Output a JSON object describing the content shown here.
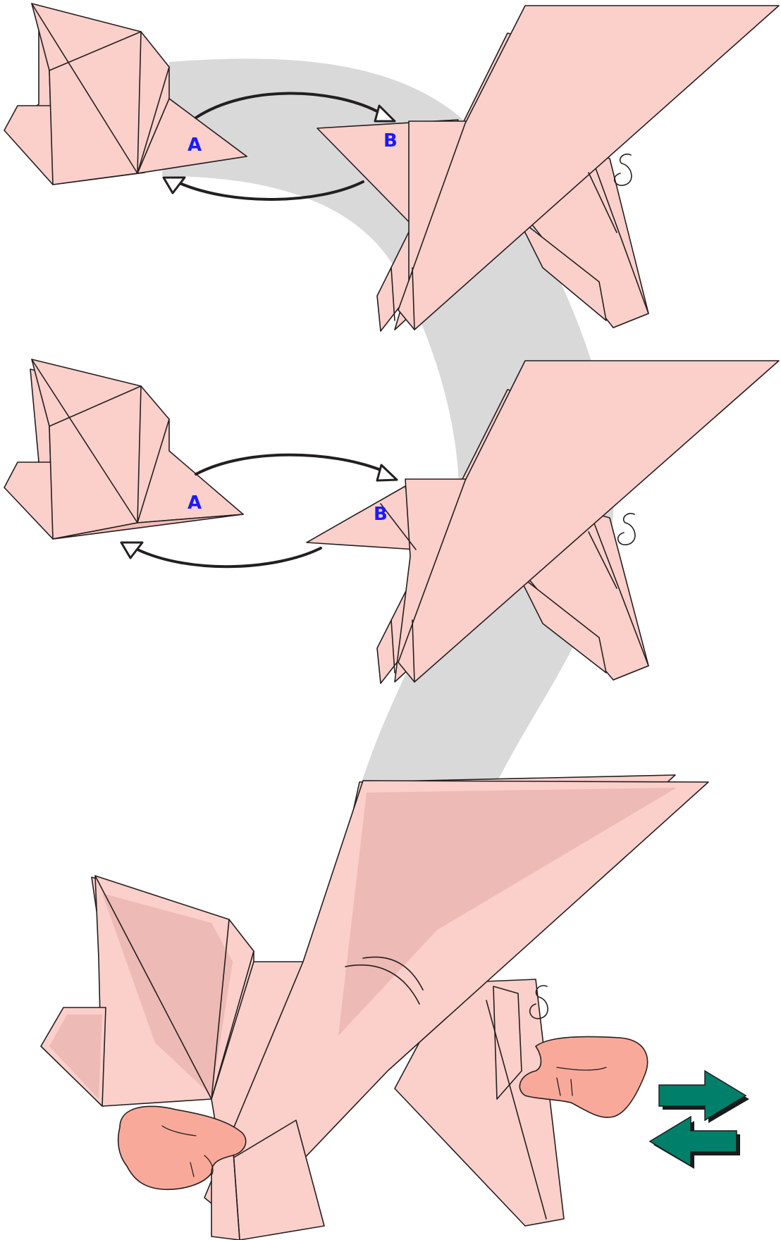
{
  "labels": {
    "step1_a": "A",
    "step1_b": "B",
    "step2_a": "A",
    "step2_b": "B"
  },
  "colors": {
    "paper": "#fbcfca",
    "outline": "#231f20",
    "label": "#1a1aff",
    "guide_band": "#d9d9d9",
    "hand": "#f9a99a",
    "action_arrow": "#00806a"
  },
  "icons": [
    "origami-pig",
    "curved-swap-arrow",
    "hand",
    "push-pull-arrows"
  ]
}
